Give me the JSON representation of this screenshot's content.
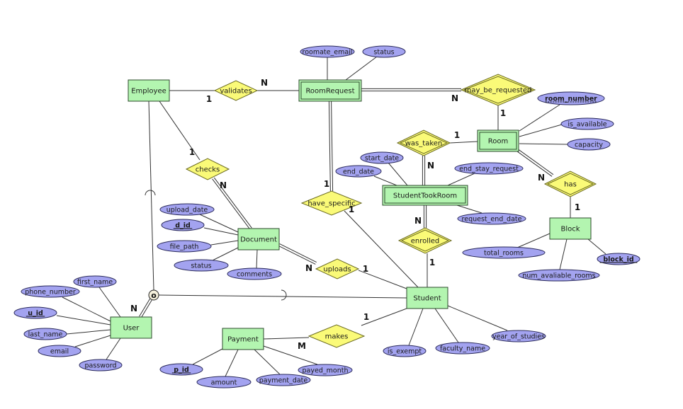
{
  "colors": {
    "entity_fill": "#b3f5b0",
    "entity_stroke": "#2c4a2c",
    "attribute_fill": "#a3a3f0",
    "attribute_stroke": "#2a2a5a",
    "relationship_fill": "#fafa78",
    "relationship_stroke": "#6a6a20",
    "line": "#333333",
    "disjoint_fill": "#f5f0dc"
  },
  "entities": [
    {
      "id": "employee",
      "label": "Employee",
      "weak": false
    },
    {
      "id": "roomrequest",
      "label": "RoomRequest",
      "weak": true
    },
    {
      "id": "room",
      "label": "Room",
      "weak": true
    },
    {
      "id": "studenttookroom",
      "label": "StudentTookRoom",
      "weak": true
    },
    {
      "id": "document",
      "label": "Document",
      "weak": false
    },
    {
      "id": "block",
      "label": "Block",
      "weak": false
    },
    {
      "id": "student",
      "label": "Student",
      "weak": false
    },
    {
      "id": "user",
      "label": "User",
      "weak": false
    },
    {
      "id": "payment",
      "label": "Payment",
      "weak": false
    }
  ],
  "relationships": [
    {
      "id": "validates",
      "label": "validates",
      "identifying": false
    },
    {
      "id": "may_be_requested",
      "label": "may_be_requested",
      "identifying": true
    },
    {
      "id": "was_taken",
      "label": "was_taken",
      "identifying": true
    },
    {
      "id": "checks",
      "label": "checks",
      "identifying": false
    },
    {
      "id": "has",
      "label": "has",
      "identifying": true
    },
    {
      "id": "have_specific",
      "label": "have_specific",
      "identifying": false
    },
    {
      "id": "enrolled",
      "label": "enrolled",
      "identifying": true
    },
    {
      "id": "uploads",
      "label": "uploads",
      "identifying": false
    },
    {
      "id": "makes",
      "label": "makes",
      "identifying": false
    }
  ],
  "attributes": [
    {
      "id": "roomate_email",
      "label": "roomate_email",
      "key": "none"
    },
    {
      "id": "rr_status",
      "label": "status",
      "key": "none"
    },
    {
      "id": "room_number",
      "label": "room_number",
      "key": "partial"
    },
    {
      "id": "is_available",
      "label": "is_available",
      "key": "none"
    },
    {
      "id": "capacity",
      "label": "capacity",
      "key": "none"
    },
    {
      "id": "start_date",
      "label": "start_date",
      "key": "none"
    },
    {
      "id": "end_date",
      "label": "end_date",
      "key": "none"
    },
    {
      "id": "end_stay_request",
      "label": "end_stay_request",
      "key": "none"
    },
    {
      "id": "request_end_date",
      "label": "request_end_date",
      "key": "none"
    },
    {
      "id": "upload_date",
      "label": "upload_date",
      "key": "none"
    },
    {
      "id": "d_id",
      "label": "d_id",
      "key": "primary"
    },
    {
      "id": "file_path",
      "label": "file_path",
      "key": "none"
    },
    {
      "id": "doc_status",
      "label": "status",
      "key": "none"
    },
    {
      "id": "comments",
      "label": "comments",
      "key": "none"
    },
    {
      "id": "total_rooms",
      "label": "total_rooms",
      "key": "none"
    },
    {
      "id": "num_avaliable_rooms",
      "label": "num_avaliable_rooms",
      "key": "none"
    },
    {
      "id": "block_id",
      "label": "block_id",
      "key": "primary"
    },
    {
      "id": "first_name",
      "label": "first_name",
      "key": "none"
    },
    {
      "id": "phone_number",
      "label": "phone_number",
      "key": "none"
    },
    {
      "id": "u_id",
      "label": "u_id",
      "key": "primary"
    },
    {
      "id": "last_name",
      "label": "last_name",
      "key": "none"
    },
    {
      "id": "email",
      "label": "email",
      "key": "none"
    },
    {
      "id": "password",
      "label": "password",
      "key": "none"
    },
    {
      "id": "p_id",
      "label": "p_id",
      "key": "primary"
    },
    {
      "id": "amount",
      "label": "amount",
      "key": "none"
    },
    {
      "id": "payment_date",
      "label": "payment_date",
      "key": "none"
    },
    {
      "id": "payed_month",
      "label": "payed_month",
      "key": "none"
    },
    {
      "id": "is_exempt",
      "label": "is_exempt",
      "key": "none"
    },
    {
      "id": "faculty_name",
      "label": "faculty_name",
      "key": "none"
    },
    {
      "id": "year_of_studies",
      "label": "year_of_studies",
      "key": "none"
    }
  ],
  "specialization": {
    "label": "o",
    "meaning": "overlapping"
  },
  "cardinalities": [
    {
      "id": "validates_employee",
      "label": "1"
    },
    {
      "id": "validates_roomrequest",
      "label": "N"
    },
    {
      "id": "mbr_roomrequest",
      "label": "N"
    },
    {
      "id": "mbr_room",
      "label": "1"
    },
    {
      "id": "was_taken_room",
      "label": "1"
    },
    {
      "id": "was_taken_stk",
      "label": "N"
    },
    {
      "id": "checks_employee",
      "label": "1"
    },
    {
      "id": "checks_document",
      "label": "N"
    },
    {
      "id": "has_room",
      "label": "N"
    },
    {
      "id": "has_block",
      "label": "1"
    },
    {
      "id": "hs_roomrequest",
      "label": "1"
    },
    {
      "id": "hs_student",
      "label": "1"
    },
    {
      "id": "enrolled_stk",
      "label": "N"
    },
    {
      "id": "enrolled_student",
      "label": "1"
    },
    {
      "id": "uploads_document",
      "label": "N"
    },
    {
      "id": "uploads_student",
      "label": "1"
    },
    {
      "id": "user_spec",
      "label": "N"
    },
    {
      "id": "makes_student",
      "label": "1"
    },
    {
      "id": "makes_payment",
      "label": "M"
    }
  ]
}
